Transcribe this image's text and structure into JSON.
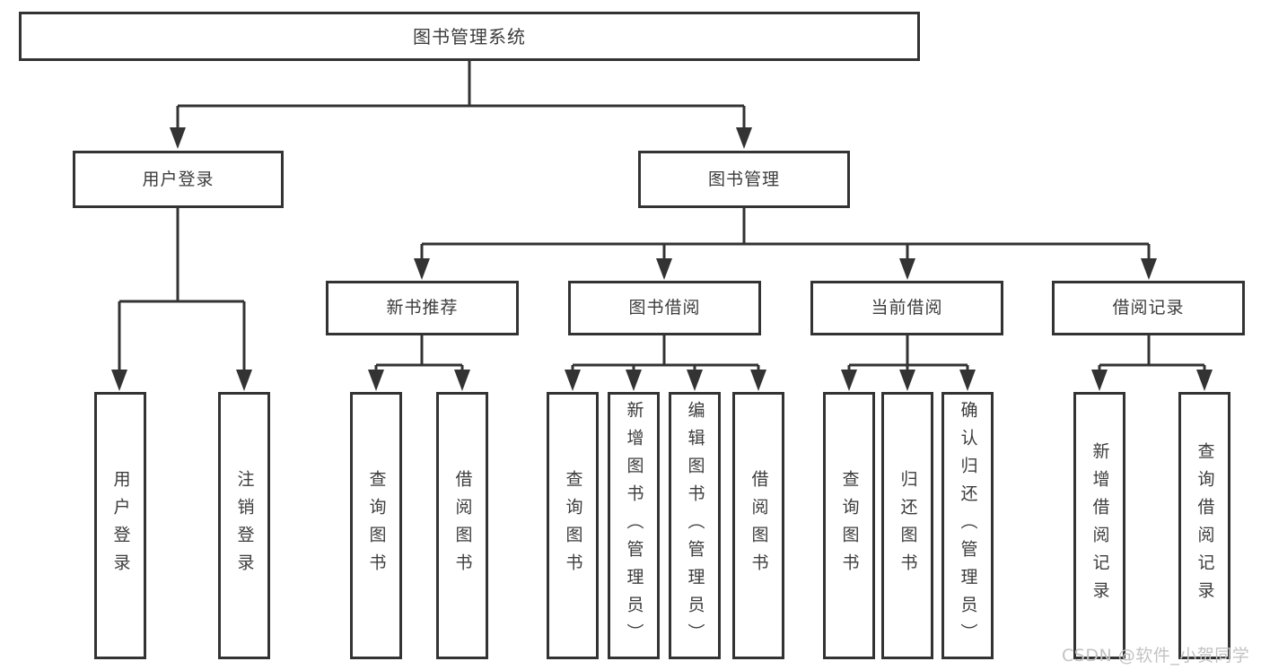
{
  "diagram": {
    "nodes": {
      "root": "图书管理系统",
      "login": "用户登录",
      "mgmt": "图书管理",
      "login_user": "用户登录",
      "login_logout": "注销登录",
      "rec": "新书推荐",
      "borrow": "图书借阅",
      "current": "当前借阅",
      "records": "借阅记录",
      "rec_query": "查询图书",
      "rec_borrow": "借阅图书",
      "borrow_query": "查询图书",
      "borrow_add": "新增图书（管理员）",
      "borrow_edit": "编辑图书（管理员）",
      "borrow_borrow": "借阅图书",
      "cur_query": "查询图书",
      "cur_return": "归还图书",
      "cur_confirm": "确认归还（管理员）",
      "records_add": "新增借阅记录",
      "records_query": "查询借阅记录"
    },
    "colors": {
      "line": "#333333",
      "text": "#3c3c3c",
      "box_background": "#ffffff",
      "watermark": "#c3c3c3"
    }
  },
  "watermark": "CSDN @软件_小贺同学"
}
